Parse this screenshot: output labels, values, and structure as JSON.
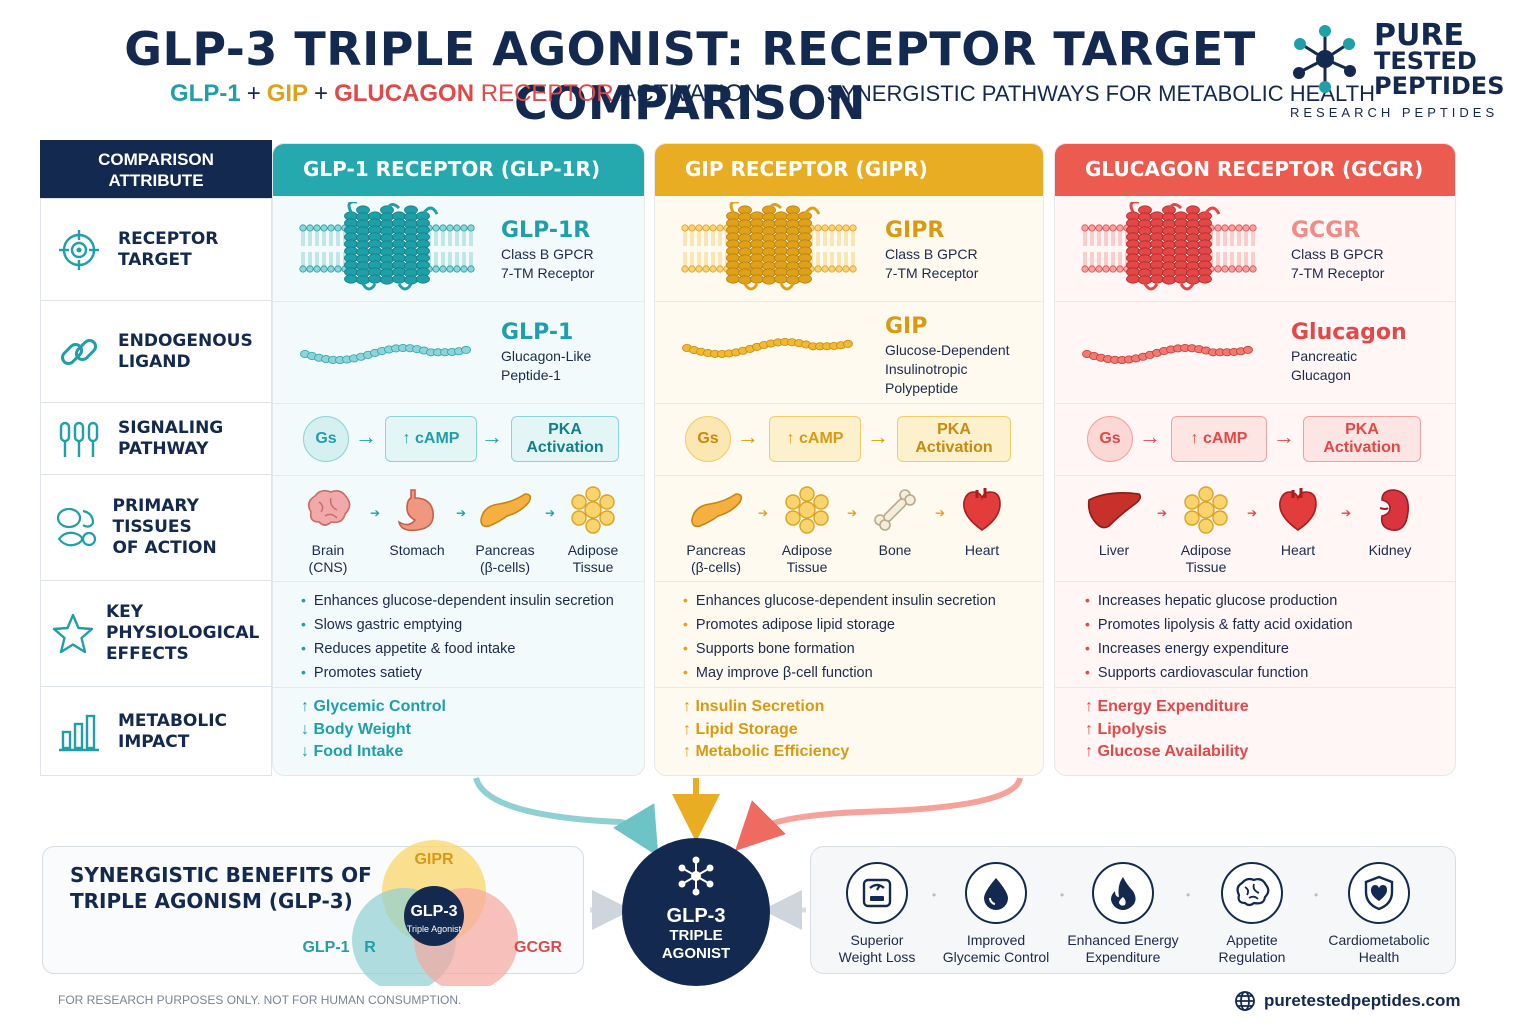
{
  "header": {
    "title": "GLP-3 TRIPLE AGONIST: RECEPTOR TARGET COMPARISON",
    "sub_glp1": "GLP-1",
    "sub_gip": "GIP",
    "sub_glucagon": "GLUCAGON",
    "sub_receptor": "RECEPTOR",
    "sub_activation": "ACTIVATION",
    "sub_desc": "SYNERGISTIC PATHWAYS FOR METABOLIC HEALTH"
  },
  "brand": {
    "name_line1": "PURE",
    "name_line2": "TESTED",
    "name_line3": "PEPTIDES",
    "tagline": "RESEARCH PEPTIDES"
  },
  "colors": {
    "teal": "#1f9fa8",
    "gold": "#e0a11a",
    "red": "#e24848",
    "navy": "#14294f"
  },
  "attributes": {
    "header": [
      "COMPARISON",
      "ATTRIBUTE"
    ],
    "rows": [
      {
        "icon": "target-icon",
        "line1": "RECEPTOR",
        "line2": "TARGET"
      },
      {
        "icon": "chain-link-icon",
        "line1": "ENDOGENOUS",
        "line2": "LIGAND"
      },
      {
        "icon": "signaling-icon",
        "line1": "SIGNALING",
        "line2": "PATHWAY"
      },
      {
        "icon": "organs-icon",
        "line1": "PRIMARY TISSUES",
        "line2": "OF ACTION"
      },
      {
        "icon": "star-icon",
        "line1": "KEY PHYSIOLOGICAL",
        "line2": "EFFECTS"
      },
      {
        "icon": "bar-chart-icon",
        "line1": "METABOLIC",
        "line2": "IMPACT"
      }
    ]
  },
  "panels": [
    {
      "header": "GLP-1 RECEPTOR (GLP-1R)",
      "receptor_name": "GLP-1R",
      "receptor_sub1": "Class B GPCR",
      "receptor_sub2": "7-TM Receptor",
      "ligand_name": "GLP-1",
      "ligand_sub1": "Glucagon-Like",
      "ligand_sub2": "Peptide-1",
      "ligand_sub3": "",
      "path_gs": "Gs",
      "path_camp": "↑ cAMP",
      "path_pka1": "PKA",
      "path_pka2": "Activation",
      "tissues": [
        {
          "icon": "brain-icon",
          "l1": "Brain",
          "l2": "(CNS)"
        },
        {
          "icon": "stomach-icon",
          "l1": "Stomach",
          "l2": ""
        },
        {
          "icon": "pancreas-icon",
          "l1": "Pancreas",
          "l2": "(β-cells)"
        },
        {
          "icon": "adipose-icon",
          "l1": "Adipose",
          "l2": "Tissue"
        }
      ],
      "effects": [
        "Enhances glucose-dependent insulin secretion",
        "Slows gastric emptying",
        "Reduces appetite & food intake",
        "Promotes satiety"
      ],
      "impact": [
        "↑ Glycemic Control",
        "↓ Body Weight",
        "↓ Food Intake"
      ]
    },
    {
      "header": "GIP RECEPTOR (GIPR)",
      "receptor_name": "GIPR",
      "receptor_sub1": "Class B GPCR",
      "receptor_sub2": "7-TM Receptor",
      "ligand_name": "GIP",
      "ligand_sub1": "Glucose-Dependent",
      "ligand_sub2": "Insulinotropic",
      "ligand_sub3": "Polypeptide",
      "path_gs": "Gs",
      "path_camp": "↑ cAMP",
      "path_pka1": "PKA",
      "path_pka2": "Activation",
      "tissues": [
        {
          "icon": "pancreas-icon",
          "l1": "Pancreas",
          "l2": "(β-cells)"
        },
        {
          "icon": "adipose-icon",
          "l1": "Adipose",
          "l2": "Tissue"
        },
        {
          "icon": "bone-icon",
          "l1": "Bone",
          "l2": ""
        },
        {
          "icon": "heart-icon",
          "l1": "Heart",
          "l2": ""
        }
      ],
      "effects": [
        "Enhances glucose-dependent insulin secretion",
        "Promotes adipose lipid storage",
        "Supports bone formation",
        "May improve β-cell function"
      ],
      "impact": [
        "↑ Insulin Secretion",
        "↑ Lipid Storage",
        "↑ Metabolic Efficiency"
      ]
    },
    {
      "header": "GLUCAGON RECEPTOR (GCGR)",
      "receptor_name": "GCGR",
      "receptor_sub1": "Class B GPCR",
      "receptor_sub2": "7-TM Receptor",
      "ligand_name": "Glucagon",
      "ligand_sub1": "Pancreatic",
      "ligand_sub2": "Glucagon",
      "ligand_sub3": "",
      "path_gs": "Gs",
      "path_camp": "↑ cAMP",
      "path_pka1": "PKA",
      "path_pka2": "Activation",
      "tissues": [
        {
          "icon": "liver-icon",
          "l1": "Liver",
          "l2": ""
        },
        {
          "icon": "adipose-icon",
          "l1": "Adipose",
          "l2": "Tissue"
        },
        {
          "icon": "heart-icon",
          "l1": "Heart",
          "l2": ""
        },
        {
          "icon": "kidney-icon",
          "l1": "Kidney",
          "l2": ""
        }
      ],
      "effects": [
        "Increases hepatic glucose production",
        "Promotes lipolysis & fatty acid oxidation",
        "Increases energy expenditure",
        "Supports cardiovascular function"
      ],
      "impact": [
        "↑ Energy Expenditure",
        "↑ Lipolysis",
        "↑ Glucose Availability"
      ]
    }
  ],
  "synergy": {
    "title_line1": "SYNERGISTIC BENEFITS OF",
    "title_line2": "TRIPLE AGONISM (GLP-3)",
    "venn_gipr": "GIPR",
    "venn_glp1": "GLP-1",
    "venn_r": "R",
    "venn_gcgr": "GCGR",
    "venn_center1": "GLP-3",
    "venn_center2": "Triple Agonist"
  },
  "center": {
    "line1": "GLP-3",
    "line2": "TRIPLE",
    "line3": "AGONIST"
  },
  "benefits": [
    {
      "icon": "scale-icon",
      "l1": "Superior",
      "l2": "Weight Loss"
    },
    {
      "icon": "drop-icon",
      "l1": "Improved",
      "l2": "Glycemic Control"
    },
    {
      "icon": "flame-icon",
      "l1": "Enhanced Energy",
      "l2": "Expenditure"
    },
    {
      "icon": "brain-icon",
      "l1": "Appetite",
      "l2": "Regulation"
    },
    {
      "icon": "heart-shield-icon",
      "l1": "Cardiometabolic",
      "l2": "Health"
    }
  ],
  "footer": {
    "note": "FOR RESEARCH PURPOSES ONLY. NOT FOR HUMAN CONSUMPTION.",
    "url": "puretestedpeptides.com"
  }
}
